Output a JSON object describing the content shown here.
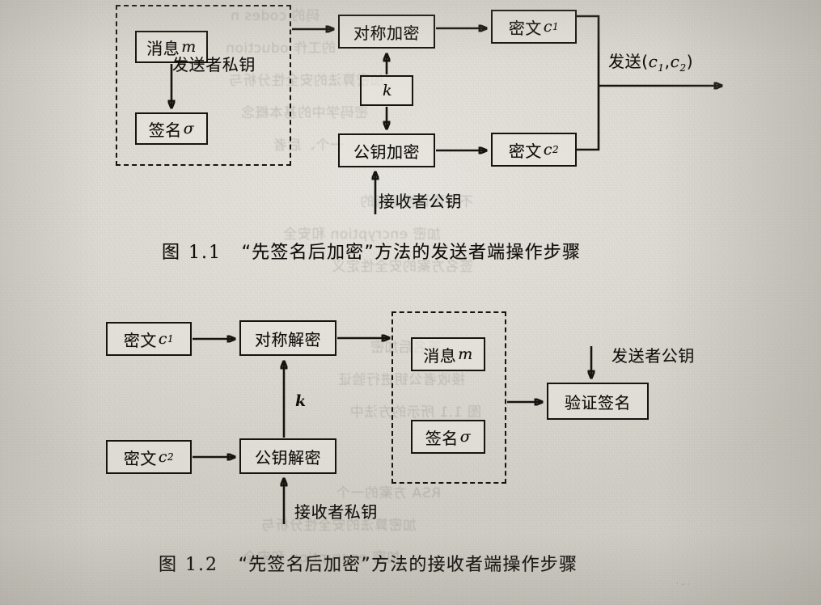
{
  "page": {
    "kind": "textbook-scan",
    "ink_color": "#15140f",
    "paper_color": "#dedbd4"
  },
  "figure1": {
    "caption_number": "图 1.1",
    "caption_text": "“先签名后加密”方法的发送者端操作步骤",
    "signing_group_label": "sender-signing-group",
    "boxes": {
      "message": {
        "text": "消息",
        "var": "m"
      },
      "signature": {
        "text": "签名",
        "var": "σ"
      },
      "sym_encrypt": {
        "text": "对称加密"
      },
      "pub_encrypt": {
        "text": "公钥加密"
      },
      "key": {
        "text": "k"
      },
      "cipher1": {
        "text": "密文",
        "var": "c",
        "sub": "1"
      },
      "cipher2": {
        "text": "密文",
        "var": "c",
        "sub": "2"
      }
    },
    "labels": {
      "sender_private_key": "发送者私钥",
      "receiver_public_key": "接收者公钥",
      "send": "发送(c₁,c₂)",
      "send_prefix": "发送(",
      "send_c1": "c",
      "send_c1_sub": "1",
      "send_sep": ",",
      "send_c2": "c",
      "send_c2_sub": "2",
      "send_suffix": ")"
    }
  },
  "figure2": {
    "caption_number": "图 1.2",
    "caption_text": "“先签名后加密”方法的接收者端操作步骤",
    "verify_group_label": "recovered-plaintext-group",
    "boxes": {
      "cipher1": {
        "text": "密文",
        "var": "c",
        "sub": "1"
      },
      "cipher2": {
        "text": "密文",
        "var": "c",
        "sub": "2"
      },
      "sym_decrypt": {
        "text": "对称解密"
      },
      "pub_decrypt": {
        "text": "公钥解密"
      },
      "key": {
        "text": "k"
      },
      "message": {
        "text": "消息",
        "var": "m"
      },
      "signature": {
        "text": "签名",
        "var": "σ"
      },
      "verify_sig": {
        "text": "验证签名"
      }
    },
    "labels": {
      "receiver_private_key": "接收者私钥",
      "sender_public_key": "发送者公钥"
    }
  },
  "bleed_through": {
    "line_1": "码的 codes n",
    "line_2": "的工作 oduction",
    "line_3": "加密算法的安全性分析与",
    "line_4": "密码学中的基本概念",
    "line_5": "一个、后者",
    "line_6": "不可否认性是指的",
    "line_7": "加密 encryption 和安全",
    "line_8": "签名方案的安全性定义",
    "line_9": "签名后加密",
    "line_10": "接收者公钥进行验证",
    "line_11": "图 1.1 所示的方法中",
    "line_12": "RSA 方案的一个"
  }
}
